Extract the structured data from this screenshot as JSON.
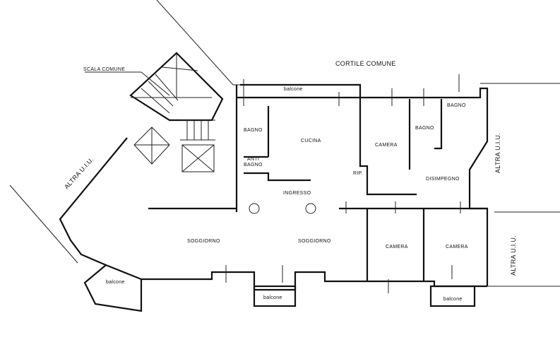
{
  "title": "Floor plan",
  "labels": {
    "courtyard": "CORTILE COMUNE",
    "stair": "SCALA COMUNE",
    "other_unit_left": "ALTRA U.I.U.",
    "other_unit_right_top": "ALTRA U.I.U.",
    "other_unit_right_bottom": "ALTRA U.I.U."
  },
  "rooms": {
    "balcony_top": "balcone",
    "bathroom_1": "BAGNO",
    "kitchen": "CUCINA",
    "bedroom_1": "CAMERA",
    "bathroom_2": "BAGNO",
    "bathroom_3": "BAGNO",
    "anti_bath_1": "ANTI",
    "anti_bath_2": "BAGNO",
    "storage": "RIP.",
    "entrance": "INGRESSO",
    "hallway": "DISIMPEGNO",
    "living_1": "SOGGIORNO",
    "living_2": "SOGGIORNO",
    "bedroom_2": "CAMERA",
    "bedroom_3": "CAMERA",
    "balcony_1": "balcone",
    "balcony_2": "balcone",
    "balcony_3": "balcone"
  }
}
